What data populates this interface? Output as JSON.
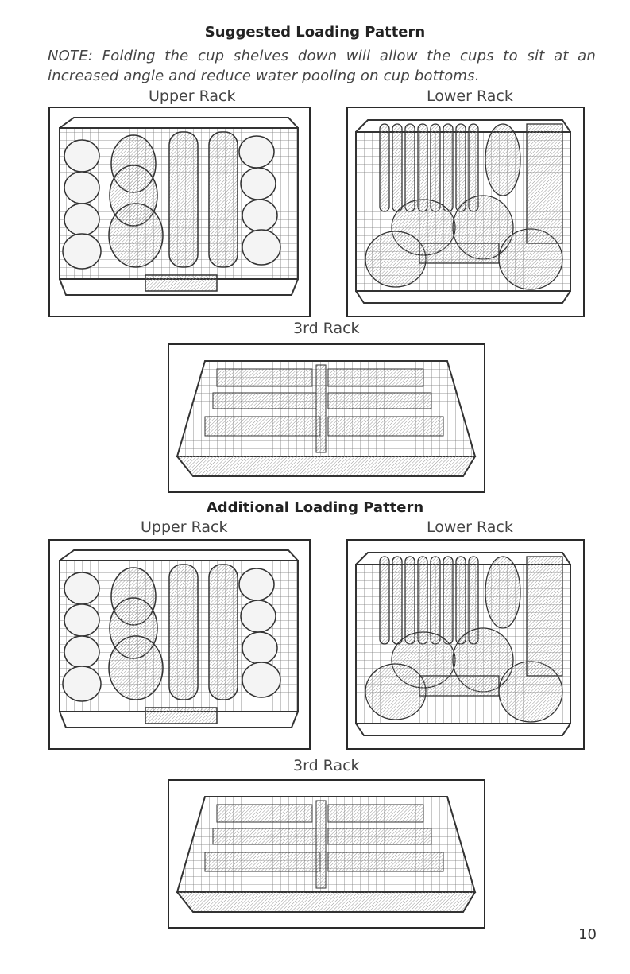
{
  "section1": {
    "heading": "Suggested Loading Pattern",
    "note": "NOTE: Folding the cup shelves down will allow the cups to sit at an increased angle and reduce water pooling on cup bottoms.",
    "upper_label": "Upper Rack",
    "lower_label": "Lower Rack",
    "third_label": "3rd Rack"
  },
  "section2": {
    "heading": "Additional Loading Pattern",
    "upper_label": "Upper Rack",
    "lower_label": "Lower Rack",
    "third_label": "3rd Rack"
  },
  "page_number": "10"
}
